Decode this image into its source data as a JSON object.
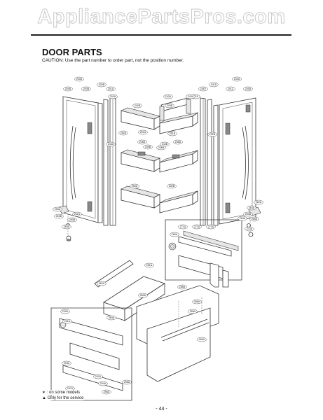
{
  "header": {
    "watermark": "AppliancePartsPros.com"
  },
  "section": {
    "title": "DOOR PARTS",
    "caution": "CAUTION: Use the part number to order part, not the position number."
  },
  "legend": {
    "some_models": "∗ : on some models",
    "service_only": "▲ Only for the service"
  },
  "footer": {
    "page_number": "- 44 -"
  },
  "callouts": [
    "200A",
    "201B",
    "203B",
    "200B",
    "201A",
    "203A",
    "241A",
    "241B",
    "241C",
    "241D",
    "241E",
    "241F",
    "242A",
    "242B",
    "243A",
    "243B",
    "244A",
    "244B",
    "245A",
    "245B",
    "246A",
    "246B",
    "250A",
    "250B",
    "251A",
    "251B",
    "252A",
    "252B",
    "253A",
    "253B",
    "260A",
    "260B",
    "261A",
    "262A",
    "263A",
    "263B",
    "264A",
    "265A",
    "270A",
    "271A",
    "272A",
    "273A",
    "280A",
    "281A",
    "282A",
    "283A",
    "284A",
    "285A",
    "286A",
    "288A",
    "289A",
    "290A",
    "291A",
    "292A",
    "293A",
    "294A",
    "296A",
    "297A",
    "298A"
  ]
}
